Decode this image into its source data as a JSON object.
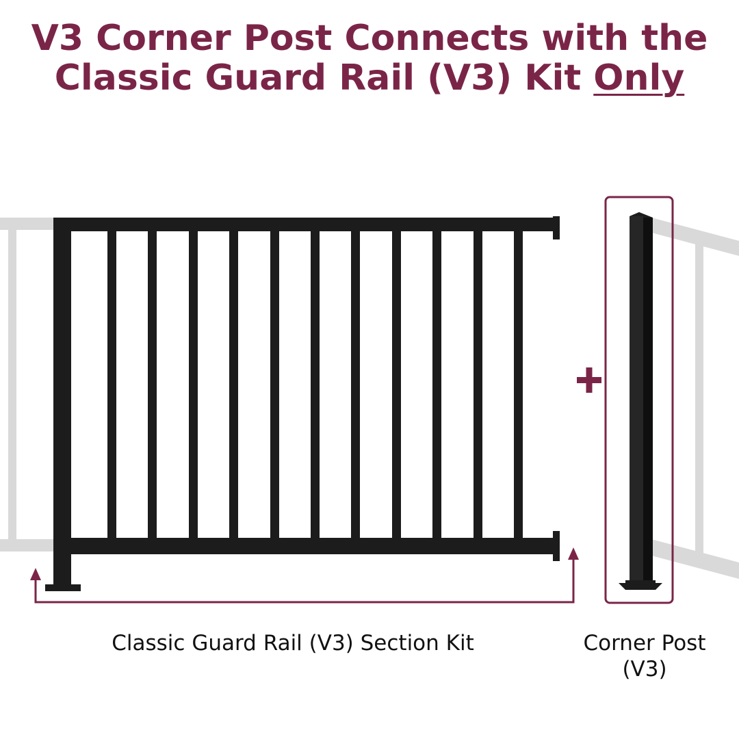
{
  "headline": {
    "line1": "V3 Corner Post Connects with the",
    "line2_prefix": "Classic Guard Rail (V3) Kit ",
    "line2_emphasis": "Only"
  },
  "plus_symbol": "+",
  "captions": {
    "section_kit": "Classic Guard Rail (V3) Section Kit",
    "corner_post_line1": "Corner Post",
    "corner_post_line2": "(V3)"
  },
  "colors": {
    "accent": "#7a2547",
    "railing": "#1c1c1c",
    "ghost_railing": "#d9d9d9",
    "text": "#111111",
    "background": "#ffffff"
  },
  "railing": {
    "baluster_count": 11
  },
  "icons": [
    "plus-icon",
    "arrow-up-icon"
  ]
}
